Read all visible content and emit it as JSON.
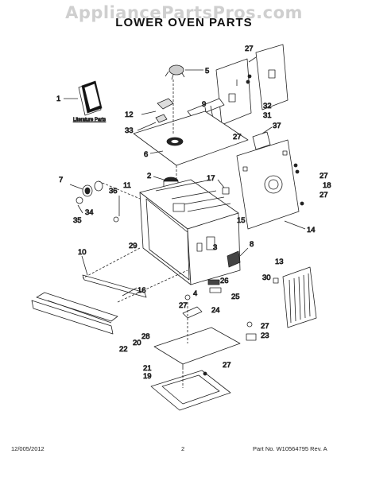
{
  "watermark": "AppliancePartsPros.com",
  "title": "LOWER OVEN PARTS",
  "literature_label": "Literature Parts",
  "callouts": [
    "1",
    "2",
    "3",
    "4",
    "5",
    "6",
    "7",
    "8",
    "9",
    "10",
    "11",
    "12",
    "13",
    "14",
    "15",
    "16",
    "17",
    "18",
    "19",
    "20",
    "21",
    "22",
    "23",
    "24",
    "25",
    "26",
    "27",
    "28",
    "29",
    "30",
    "31",
    "32",
    "33",
    "34",
    "35",
    "36",
    "37"
  ],
  "footer": {
    "date": "12/005/2012",
    "page": "2",
    "part_no": "Part No.  W10564795  Rev.  A"
  }
}
